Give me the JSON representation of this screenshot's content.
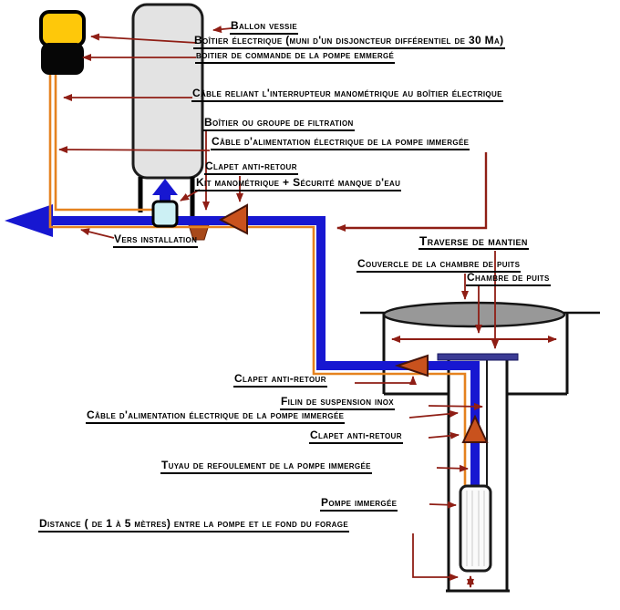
{
  "diagram": {
    "labels": {
      "ballon_vessie": "Ballon vessie",
      "boitier_electrique": "Boîtier électrique (muni d'un disjoncteur différentiel de 30 Ma)",
      "boitier_commande": "boitier de commande de la pompe emmergé",
      "cable_reliant": "Câble reliant l'interrupteur manométrique au boîtier électrique",
      "boitier_filtration": "Boîtier ou groupe de filtration",
      "cable_alimentation_1": "Câble d'alimentation électrique de la pompe immergée",
      "clapet_1": "Clapet anti-retour",
      "kit_manometrique": "Kit manométrique + Sécurité manque d'eau",
      "vers_installation": "Vers installation",
      "traverse": "Traverse de mantien",
      "couvercle": "Couvercle de la chambre de puits",
      "chambre": "Chambre de puits",
      "clapet_2": "Clapet anti-retour",
      "filin": "Filin de suspension inox",
      "cable_alimentation_2": "Câble d'alimentation électrique de la pompe immergée",
      "clapet_3": "Clapet anti-retour",
      "tuyau": "Tuyau de refoulement de la pompe immergée",
      "pompe": "Pompe immergée",
      "distance": "Distance ( de 1 à 5 mètres) entre la pompe et le fond du forage"
    },
    "colors": {
      "pipe_blue": "#1717d1",
      "cable_orange": "#e5821f",
      "connector_red": "#8f1e15",
      "valve_orange": "#c9521d",
      "filter_brown": "#a8491a",
      "tank_gray": "#e3e3e3",
      "cover_gray": "#989898",
      "box_yellow": "#fec80a",
      "box_black": "#060606",
      "kit_cyan": "#ccf0f4",
      "traverse_blue": "#3b3b94"
    }
  }
}
